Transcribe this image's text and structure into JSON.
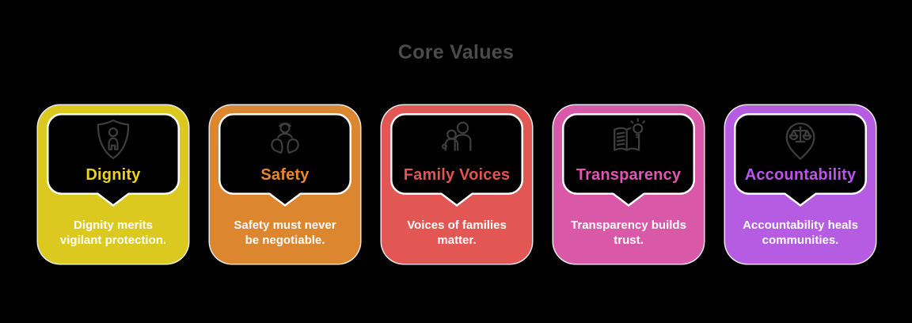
{
  "page_title": "Core Values",
  "colors": {
    "background": "#000000",
    "heading": "#4b4b4d",
    "bubble_fill": "#000000",
    "bubble_stroke": "#ffffff",
    "icon_stroke": "#3d3d3d",
    "description_text": "#ffffff"
  },
  "cards": [
    {
      "title": "Dignity",
      "desc_lines": [
        "Dignity merits",
        "vigilant protection."
      ],
      "color": "#dcc920",
      "title_color": "#edd31a",
      "icon": "shield-person-icon"
    },
    {
      "title": "Safety",
      "desc_lines": [
        "Safety must never",
        "be negotiable."
      ],
      "color": "#dd8630",
      "title_color": "#e8882c",
      "icon": "hands-person-icon"
    },
    {
      "title": "Family Voices",
      "desc_lines": [
        "Voices of families",
        "matter."
      ],
      "color": "#e25653",
      "title_color": "#e4534f",
      "icon": "family-icon"
    },
    {
      "title": "Transparency",
      "desc_lines": [
        "Transparency builds",
        "trust."
      ],
      "color": "#d958a8",
      "title_color": "#e156b0",
      "icon": "open-book-bulb-icon"
    },
    {
      "title": "Accountability",
      "desc_lines": [
        "Accountability heals",
        "communities."
      ],
      "color": "#b55ce2",
      "title_color": "#bb55ec",
      "icon": "pin-scales-icon"
    }
  ]
}
